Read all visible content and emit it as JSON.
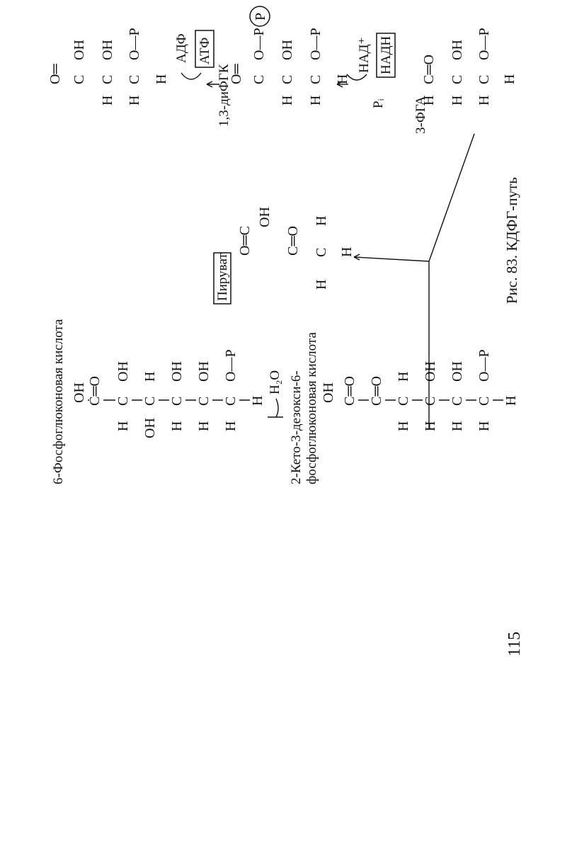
{
  "page_number": "115",
  "figure_caption": "Рис. 83. КДФГ-путь",
  "compounds": {
    "gluconate": {
      "name": "6-Фосфоглюконовая кислота",
      "rows": [
        [
          "OH",
          "",
          ""
        ],
        [
          "",
          "C═O",
          ""
        ],
        [
          "H",
          "C",
          "OH"
        ],
        [
          "OH",
          "C",
          "H"
        ],
        [
          "H",
          "C",
          "OH"
        ],
        [
          "H",
          "C",
          "OH"
        ],
        [
          "H",
          "C",
          "O—P"
        ],
        [
          "",
          "H",
          ""
        ]
      ]
    },
    "kdpg": {
      "name_line1": "2-Кето-3-дезокси-6-",
      "name_line2": "фосфоглюконовая кислота",
      "rows": [
        [
          "OH",
          "",
          ""
        ],
        [
          "",
          "C═O",
          ""
        ],
        [
          "",
          "C═O",
          ""
        ],
        [
          "H",
          "C",
          "H"
        ],
        [
          "H",
          "C",
          "OH"
        ],
        [
          "H",
          "C",
          "OH"
        ],
        [
          "H",
          "C",
          "O—P"
        ],
        [
          "",
          "H",
          ""
        ]
      ]
    },
    "pyruvate": {
      "name": "Пируват",
      "rows": [
        [
          "O═C",
          "OH",
          ""
        ],
        [
          "C═O",
          "",
          ""
        ],
        [
          "H",
          "C",
          "H"
        ],
        [
          "",
          "H",
          ""
        ]
      ]
    },
    "pga3": {
      "name": "3-ФГА",
      "rows": [
        [
          "H",
          "C═O",
          ""
        ],
        [
          "H",
          "C",
          "OH"
        ],
        [
          "H",
          "C",
          "O—P"
        ],
        [
          "",
          "H",
          ""
        ]
      ]
    },
    "bpg": {
      "name": "1,3-диФГК",
      "rows": [
        [
          "O═",
          "C",
          "O—P"
        ],
        [
          "H",
          "C",
          "OH"
        ],
        [
          "H",
          "C",
          "O—P"
        ],
        [
          "",
          "H",
          ""
        ]
      ]
    },
    "pga": {
      "name": "",
      "rows": [
        [
          "O═",
          "C",
          "OH"
        ],
        [
          "H",
          "C",
          "OH"
        ],
        [
          "H",
          "C",
          "O—P"
        ],
        [
          "",
          "H",
          ""
        ]
      ]
    }
  },
  "reagents": {
    "water": "H₂O",
    "nad": "НАД⁺",
    "nadh": "НАДН",
    "pi": "Pᵢ",
    "adp": "АДФ",
    "atp": "АТФ",
    "p_circle": "P"
  }
}
